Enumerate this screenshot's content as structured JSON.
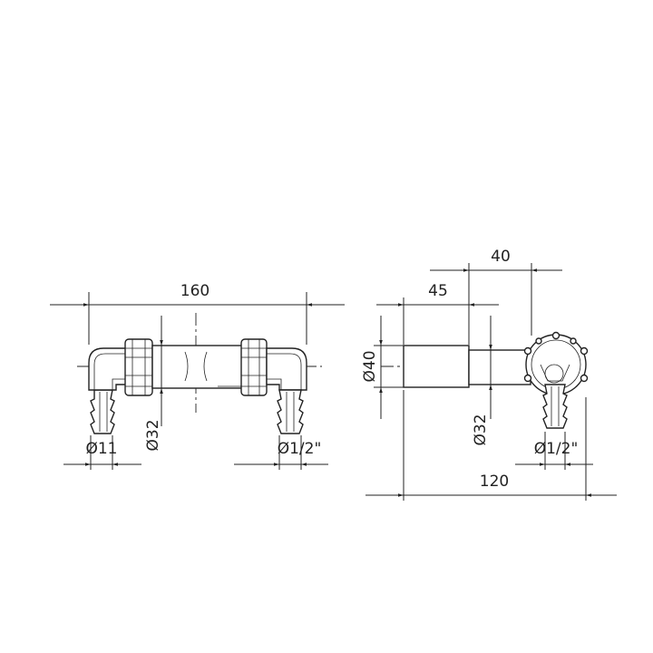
{
  "dimensions": {
    "front_width": "160",
    "front_tube_diameter": "Ø32",
    "front_left_hose": "Ø11",
    "front_right_thread": "Ø1/2\"",
    "side_top": "40",
    "side_offset": "45",
    "side_diameter": "Ø40",
    "side_tube_diameter": "Ø32",
    "side_thread": "Ø1/2\"",
    "side_width": "120"
  }
}
